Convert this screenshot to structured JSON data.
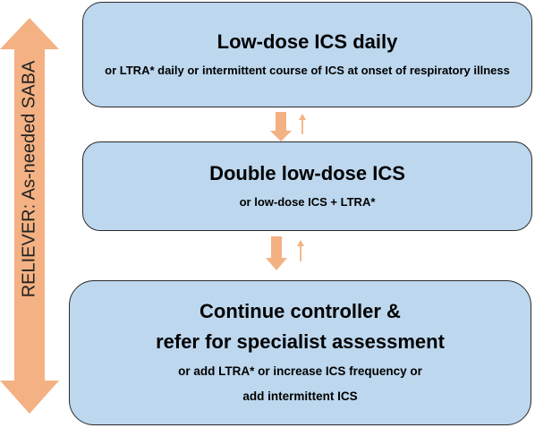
{
  "reliever": {
    "label": "RELIEVER: As-needed SABA"
  },
  "steps": [
    {
      "title": "Low-dose ICS daily",
      "detail": "or LTRA* daily or intermittent course of ICS at onset of respiratory illness"
    },
    {
      "title": "Double low-dose ICS",
      "detail": "or low-dose ICS + LTRA*"
    },
    {
      "title_line1": "Continue controller &",
      "title_line2": "refer for specialist assessment",
      "detail_line1": "or add LTRA* or increase ICS frequency or",
      "detail_line2": "add intermittent ICS"
    }
  ],
  "colors": {
    "box_fill": "#bdd7ee",
    "box_border": "#2a2a2a",
    "arrow_fill": "#f4b183",
    "arrow_text": "#222222"
  }
}
